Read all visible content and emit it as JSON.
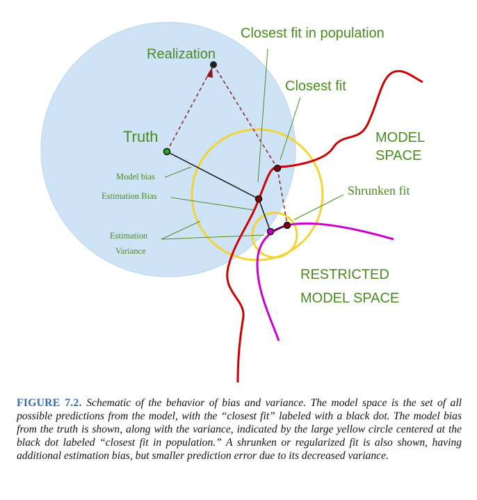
{
  "diagram": {
    "labels": {
      "realization": "Realization",
      "truth": "Truth",
      "closest_fit_population": "Closest fit in population",
      "closest_fit": "Closest fit",
      "model_space_line1": "MODEL",
      "model_space_line2": "SPACE",
      "shrunken_fit": "Shrunken fit",
      "restricted_line1": "RESTRICTED",
      "restricted_line2": "MODEL SPACE",
      "model_bias": "Model bias",
      "estimation_bias": "Estimation Bias",
      "estimation_variance_line1": "Estimation",
      "estimation_variance_line2": "Variance"
    },
    "colors": {
      "label_green": "#4a8a1f",
      "realization_circle_fill": "#cfe3f7",
      "variance_circle": "#f2d433",
      "model_space_curve": "#cc0000",
      "restricted_space_curve": "#cc00cc",
      "dashed_line": "#8b1a1a",
      "truth_dot": "#22aa22",
      "fit_dot": "#8b0000"
    }
  },
  "caption": {
    "label": "FIGURE 7.2.",
    "text": "Schematic of the behavior of bias and variance. The model space is the set of all possible predictions from the model, with the “closest fit” labeled with a black dot. The model bias from the truth is shown, along with the variance, indicated by the large yellow circle centered at the black dot labeled “closest fit in population.” A shrunken or regularized fit is also shown, having additional estimation bias, but smaller prediction error due to its decreased variance."
  }
}
